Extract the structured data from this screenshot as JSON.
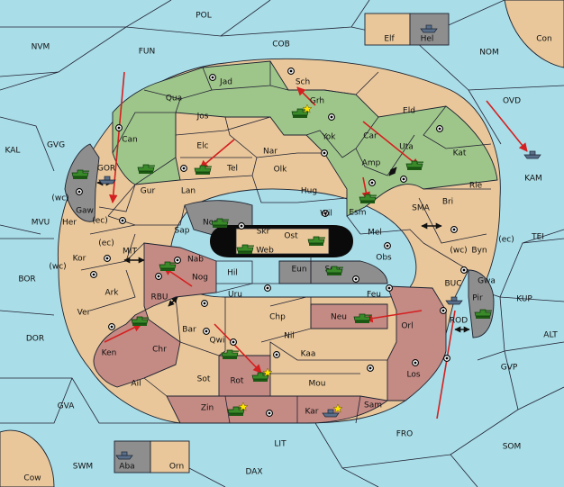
{
  "colors": {
    "sea": "#a9dde8",
    "neutral": "#e9c79a",
    "green_power": "#9fc68a",
    "red_power": "#c48a84",
    "impassable": "#8e8e8e",
    "dark": "#111111",
    "order_arrow": "#d42020"
  },
  "seas": {
    "pol": "POL",
    "nvm": "NVM",
    "fun": "FUN",
    "cob": "COB",
    "nom": "NOM",
    "ovd": "OVD",
    "con": "Con",
    "kal": "KAL",
    "gvg": "GVG",
    "mvu": "MVU",
    "bor": "BOR",
    "dor": "DOR",
    "gva": "GVA",
    "swm": "SWM",
    "cow": "Cow",
    "dax": "DAX",
    "lit": "LIT",
    "fro": "FRO",
    "som": "SOM",
    "gvp": "GVP",
    "alt": "ALT",
    "kup": "KUP",
    "tei": "TEI",
    "kam": "KAM",
    "sma": "SMA",
    "mit": "MIT",
    "rbu": "RBU",
    "gor": "GOR",
    "buc": "BUC",
    "rod": "ROD"
  },
  "lands": {
    "jad": "Jad",
    "sch": "Sch",
    "qua": "Qua",
    "jos": "Jos",
    "grh": "Grh",
    "eld": "Eld",
    "can": "Can",
    "elc": "Elc",
    "nar": "Nar",
    "yok": "Yok",
    "car": "Car",
    "uta": "Uta",
    "kat": "Kat",
    "tel": "Tel",
    "olk": "Olk",
    "amp": "Amp",
    "gur": "Gur",
    "lan": "Lan",
    "hug": "Hug",
    "rie": "Rie",
    "gaw": "Gaw",
    "esm": "Esm",
    "bri": "Bri",
    "her": "Her",
    "nor": "Nor",
    "skr": "Skr",
    "wil": "Wil",
    "sap": "Sap",
    "ost": "Ost",
    "web": "Web",
    "mel": "Mel",
    "byn": "Byn",
    "kor": "Kor",
    "nab": "Nab",
    "obs": "Obs",
    "gwa": "Gwa",
    "eun": "Eun",
    "sun": "Sun",
    "hil": "Hil",
    "nog": "Nog",
    "ark": "Ark",
    "uru": "Uru",
    "feu": "Feu",
    "pir": "Pir",
    "ver": "Ver",
    "chp": "Chp",
    "neu": "Neu",
    "bar": "Bar",
    "orl": "Orl",
    "qwi": "Qwi",
    "nil": "Nil",
    "ken": "Ken",
    "chr": "Chr",
    "kaa": "Kaa",
    "los": "Los",
    "rot": "Rot",
    "sot": "Sot",
    "ail": "Ail",
    "mou": "Mou",
    "zin": "Zin",
    "kar": "Kar",
    "sam": "Sam",
    "elf": "Elf",
    "hel": "Hel",
    "aba": "Aba",
    "orn": "Orn"
  },
  "coasts": {
    "wc_gaw": "(wc)",
    "ec_her": "(ec)",
    "ec_kor": "(ec)",
    "wc_kor": "(wc)",
    "wc_byn": "(wc)",
    "ec_byn": "(ec)"
  },
  "icons": {
    "army": "army-icon",
    "fleet": "fleet-icon",
    "supply_center": "supply-center-icon",
    "dislodged": "dislodged-star-icon",
    "move_order": "move-arrow-icon",
    "strait": "double-arrow-icon"
  },
  "units": [
    {
      "type": "army",
      "province": "Grh",
      "power": "green",
      "dislodged": true
    },
    {
      "type": "army",
      "province": "Gur",
      "power": "green",
      "dislodged": false
    },
    {
      "type": "army",
      "province": "Tel",
      "power": "green",
      "dislodged": false
    },
    {
      "type": "army",
      "province": "Uta",
      "power": "green",
      "dislodged": false
    },
    {
      "type": "army",
      "province": "Esm",
      "power": "green",
      "dislodged": false
    },
    {
      "type": "army",
      "province": "Gaw",
      "power": "green",
      "dislodged": false
    },
    {
      "type": "army",
      "province": "Nor",
      "power": "green",
      "dislodged": false
    },
    {
      "type": "army",
      "province": "Web",
      "power": "green",
      "dislodged": false
    },
    {
      "type": "army",
      "province": "Ost",
      "power": "green",
      "dislodged": false
    },
    {
      "type": "army",
      "province": "Sun",
      "power": "green",
      "dislodged": false
    },
    {
      "type": "army",
      "province": "Nab",
      "power": "red",
      "dislodged": false
    },
    {
      "type": "army",
      "province": "Chr",
      "power": "red",
      "dislodged": false
    },
    {
      "type": "army",
      "province": "Qwi",
      "power": "red",
      "dislodged": false
    },
    {
      "type": "army",
      "province": "Rot",
      "power": "red",
      "dislodged": true
    },
    {
      "type": "army",
      "province": "Zin",
      "power": "red",
      "dislodged": true
    },
    {
      "type": "army",
      "province": "Neu",
      "power": "red",
      "dislodged": false
    },
    {
      "type": "army",
      "province": "Pir",
      "power": "red",
      "dislodged": false
    },
    {
      "type": "fleet",
      "province": "Kar",
      "power": "red",
      "dislodged": true
    },
    {
      "type": "fleet",
      "province": "Hel",
      "power": "neutral",
      "dislodged": false
    },
    {
      "type": "fleet",
      "province": "Aba",
      "power": "neutral",
      "dislodged": false
    },
    {
      "type": "fleet",
      "province": "GOR",
      "power": "green",
      "dislodged": false
    },
    {
      "type": "fleet",
      "province": "KAM",
      "power": "green",
      "dislodged": false
    },
    {
      "type": "fleet",
      "province": "ROD",
      "power": "red",
      "dislodged": false
    }
  ]
}
